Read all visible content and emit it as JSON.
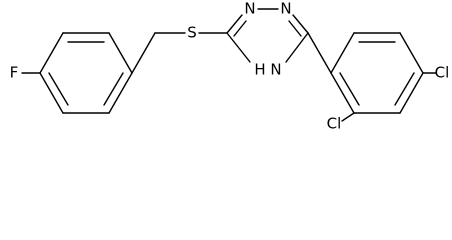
{
  "molecule": {
    "atoms": {
      "fluorine": "F",
      "sulfur": "S",
      "nitrogen_1": "N",
      "nitrogen_2": "N",
      "nh": "H",
      "nh_n": "N",
      "chlorine_ortho": "Cl",
      "chlorine_para": "Cl"
    }
  }
}
